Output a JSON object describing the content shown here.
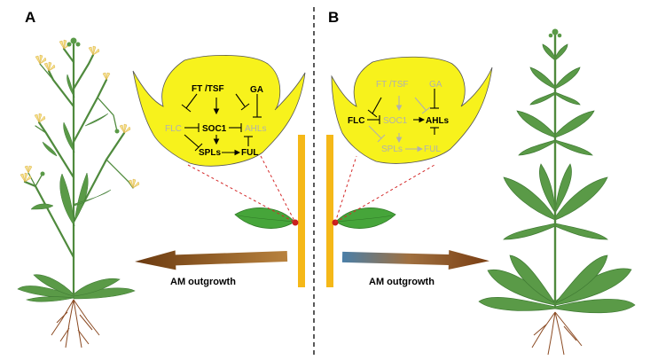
{
  "panels": {
    "A": {
      "label": "A",
      "network": {
        "ft_tsf": "FT /TSF",
        "ga": "GA",
        "flc": "FLC",
        "soc1": "SOC1",
        "ahls": "AHLs",
        "spls": "SPLs",
        "ful": "FUL"
      },
      "arrow_label": "AM outgrowth"
    },
    "B": {
      "label": "B",
      "network": {
        "ft_tsf": "FT /TSF",
        "ga": "GA",
        "flc": "FLC",
        "soc1": "SOC1",
        "ahls": "AHLs",
        "spls": "SPLs",
        "ful": "FUL"
      },
      "arrow_label": "AM outgrowth"
    }
  },
  "colors": {
    "meristem_fill": "#f7f21c",
    "leaf_green": "#5a9a47",
    "stem_bar": "#f5b818",
    "arrow_brown": "#8b4a17",
    "active_text": "#000000",
    "inactive_text": "#b0b0b0",
    "dashed_line": "#d42a2a"
  }
}
